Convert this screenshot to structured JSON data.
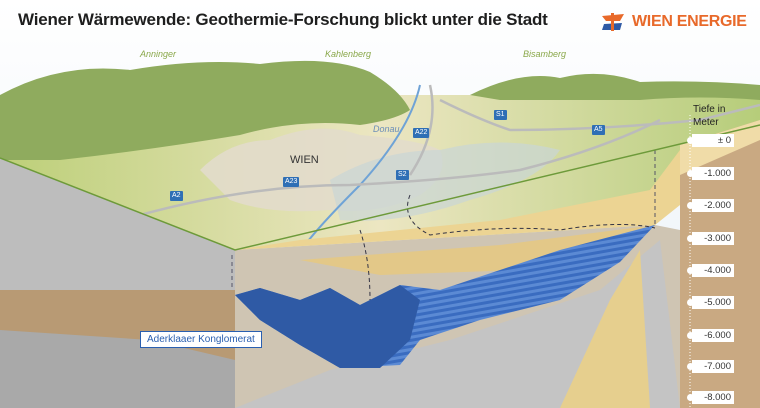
{
  "title": "Wiener Wärmewende: Geothermie-Forschung blickt unter die Stadt",
  "logo": {
    "text": "WIEN ENERGIE",
    "color": "#e8692a"
  },
  "mountains": [
    "Anninger",
    "Kahlenberg",
    "Bisamberg"
  ],
  "river": "Donau",
  "city": "WIEN",
  "roads": [
    "A2",
    "A23",
    "A22",
    "S1",
    "S2",
    "A5"
  ],
  "depth_scale": {
    "heading": "Tiefe in Meter",
    "labels": [
      "± 0",
      "-1.000",
      "-2.000",
      "-3.000",
      "-4.000",
      "-5.000",
      "-6.000",
      "-7.000",
      "-8.000"
    ]
  },
  "formation_label": "Aderklaaer Konglomerat",
  "colors": {
    "conglomerate": "#2f5fb3",
    "surface": "#b8cc7a",
    "rock": "#c9a982"
  }
}
